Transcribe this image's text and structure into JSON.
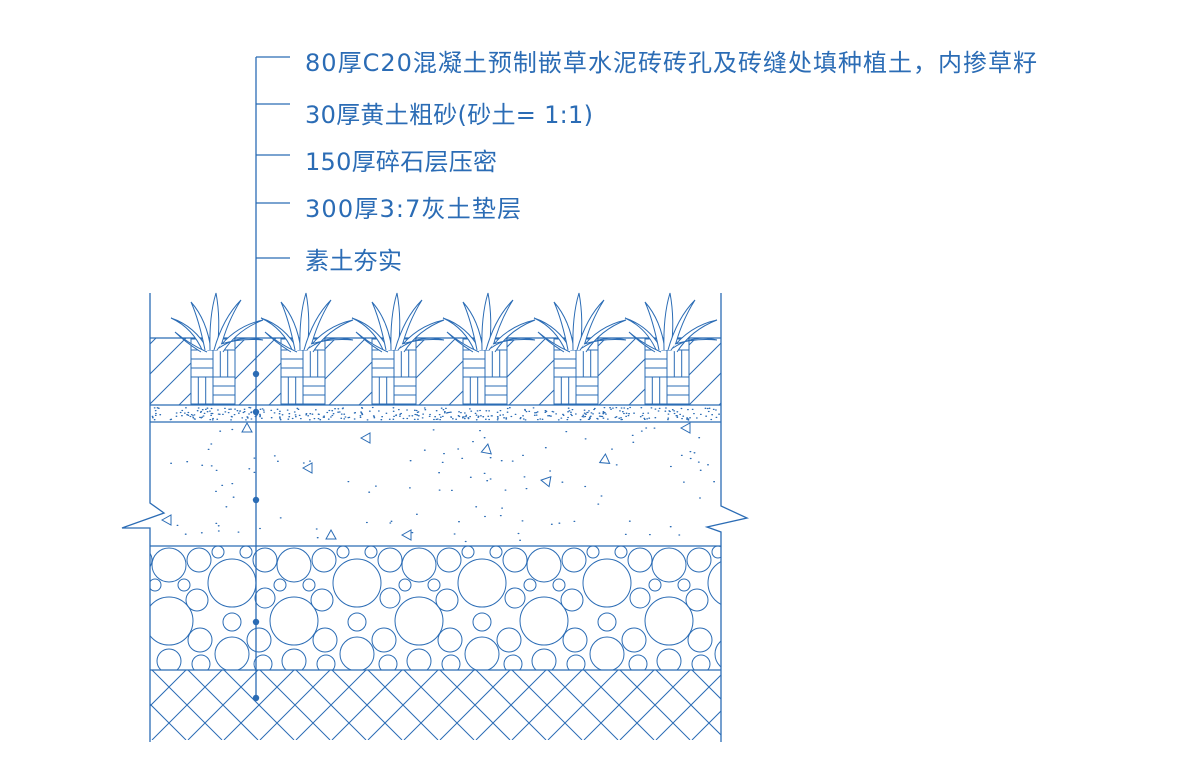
{
  "colors": {
    "ink": "#2b6cb5",
    "background": "#ffffff"
  },
  "callouts": [
    {
      "text": "80厚C20混凝土预制嵌草水泥砖砖孔及砖缝处填种植土，内掺草籽"
    },
    {
      "text": "30厚黄土粗砂(砂土= 1:1)"
    },
    {
      "text": "150厚碎石层压密"
    },
    {
      "text": "300厚3:7灰土垫层"
    },
    {
      "text": "素土夯实"
    }
  ]
}
